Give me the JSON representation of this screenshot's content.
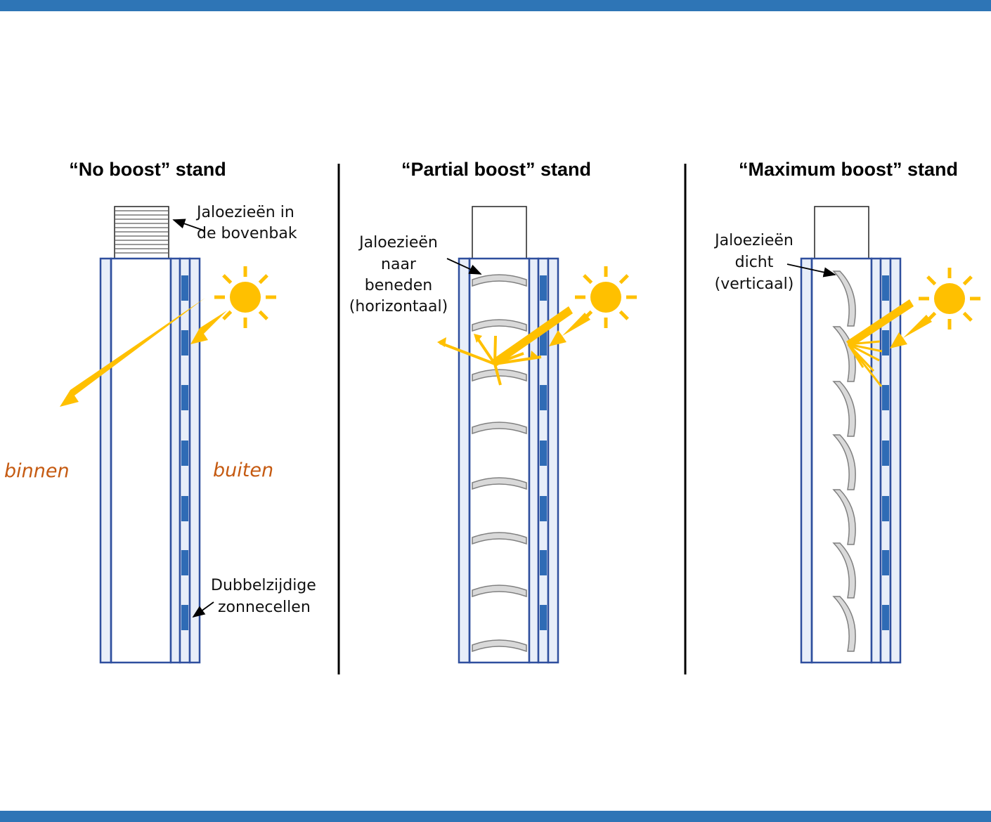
{
  "panels": [
    {
      "title": "“No boost” stand",
      "annotation_lines": [
        "Jaloezieën in",
        "de bovenbak"
      ]
    },
    {
      "title": "“Partial boost” stand",
      "annotation_lines": [
        "Jaloezieën",
        "naar",
        "beneden",
        "(horizontaal)"
      ]
    },
    {
      "title": "“Maximum boost” stand",
      "annotation_lines": [
        "Jaloezieën",
        "dicht",
        "(verticaal)"
      ]
    }
  ],
  "side_labels": {
    "inside": "binnen",
    "outside": "buiten"
  },
  "solar_cells_label": [
    "Dubbelzijdige",
    "zonnecellen"
  ],
  "colors": {
    "band": "#2e75b6",
    "frame": "#2f4f9e",
    "pane": "#e8eef9",
    "solar_cell": "#2f6bb5",
    "sunlight": "#ffc000",
    "slat": "#d9d9d9",
    "side_label": "#c55a11"
  },
  "icons": [
    "sun-icon",
    "arrow-icon"
  ]
}
